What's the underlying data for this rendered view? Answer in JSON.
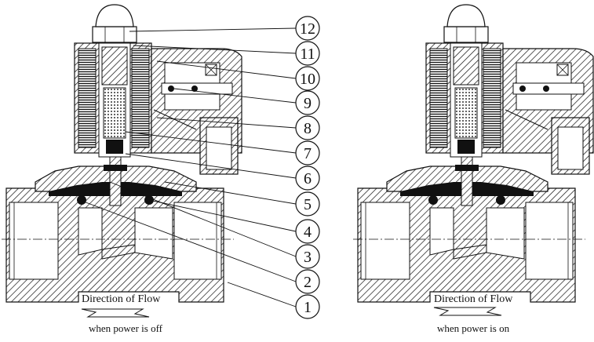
{
  "diagram": {
    "callouts": [
      "12",
      "11",
      "10",
      "9",
      "8",
      "7",
      "6",
      "5",
      "4",
      "3",
      "2",
      "1"
    ],
    "left_panel": {
      "flow_label": "Direction of Flow",
      "state_label": "when power is off"
    },
    "right_panel": {
      "flow_label": "Direction of Flow",
      "state_label": "when power is on"
    }
  }
}
